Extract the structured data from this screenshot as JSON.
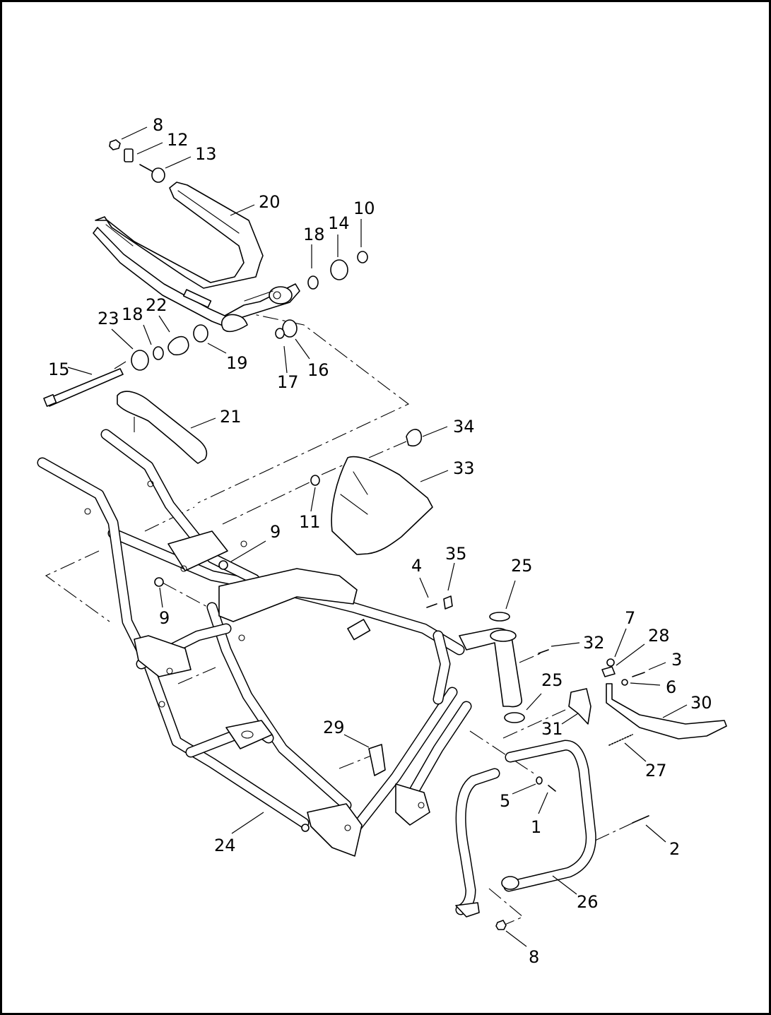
{
  "callouts": [
    {
      "id": "c8a",
      "text": "8"
    },
    {
      "id": "c12",
      "text": "12"
    },
    {
      "id": "c13",
      "text": "13"
    },
    {
      "id": "c20",
      "text": "20"
    },
    {
      "id": "c10",
      "text": "10"
    },
    {
      "id": "c14",
      "text": "14"
    },
    {
      "id": "c18a",
      "text": "18"
    },
    {
      "id": "c23",
      "text": "23"
    },
    {
      "id": "c18b",
      "text": "18"
    },
    {
      "id": "c22",
      "text": "22"
    },
    {
      "id": "c15",
      "text": "15"
    },
    {
      "id": "c19",
      "text": "19"
    },
    {
      "id": "c17",
      "text": "17"
    },
    {
      "id": "c16",
      "text": "16"
    },
    {
      "id": "c21",
      "text": "21"
    },
    {
      "id": "c34",
      "text": "34"
    },
    {
      "id": "c33",
      "text": "33"
    },
    {
      "id": "c11",
      "text": "11"
    },
    {
      "id": "c9a",
      "text": "9"
    },
    {
      "id": "c9b",
      "text": "9"
    },
    {
      "id": "c4",
      "text": "4"
    },
    {
      "id": "c35",
      "text": "35"
    },
    {
      "id": "c25a",
      "text": "25"
    },
    {
      "id": "c7",
      "text": "7"
    },
    {
      "id": "c28",
      "text": "28"
    },
    {
      "id": "c32",
      "text": "32"
    },
    {
      "id": "c3",
      "text": "3"
    },
    {
      "id": "c6",
      "text": "6"
    },
    {
      "id": "c25b",
      "text": "25"
    },
    {
      "id": "c30",
      "text": "30"
    },
    {
      "id": "c31",
      "text": "31"
    },
    {
      "id": "c29",
      "text": "29"
    },
    {
      "id": "c27",
      "text": "27"
    },
    {
      "id": "c5",
      "text": "5"
    },
    {
      "id": "c1",
      "text": "1"
    },
    {
      "id": "c24",
      "text": "24"
    },
    {
      "id": "c2",
      "text": "2"
    },
    {
      "id": "c26",
      "text": "26"
    },
    {
      "id": "c8b",
      "text": "8"
    }
  ]
}
